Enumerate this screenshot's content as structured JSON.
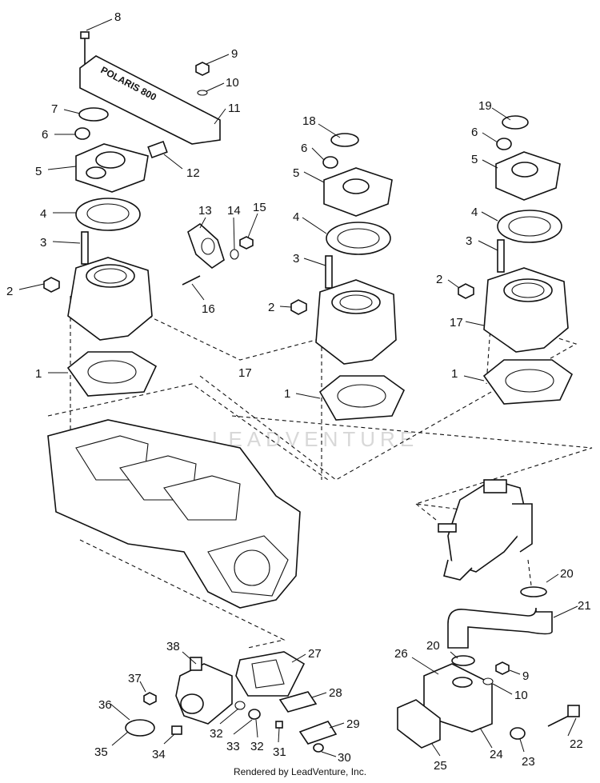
{
  "callouts": [
    "8",
    "9",
    "10",
    "7",
    "11",
    "6",
    "5",
    "12",
    "4",
    "3",
    "2",
    "13",
    "14",
    "15",
    "16",
    "1",
    "17",
    "18",
    "6",
    "5",
    "4",
    "3",
    "2",
    "1",
    "19",
    "6",
    "5",
    "4",
    "3",
    "2",
    "17",
    "1",
    "20",
    "21",
    "26",
    "20",
    "9",
    "10",
    "22",
    "23",
    "24",
    "25",
    "38",
    "27",
    "37",
    "36",
    "28",
    "29",
    "35",
    "34",
    "33",
    "32",
    "32",
    "31",
    "30"
  ],
  "watermark": "LEADVENTURE",
  "manifold_text": "POLARIS 800",
  "credit": "Rendered by LeadVenture, Inc."
}
